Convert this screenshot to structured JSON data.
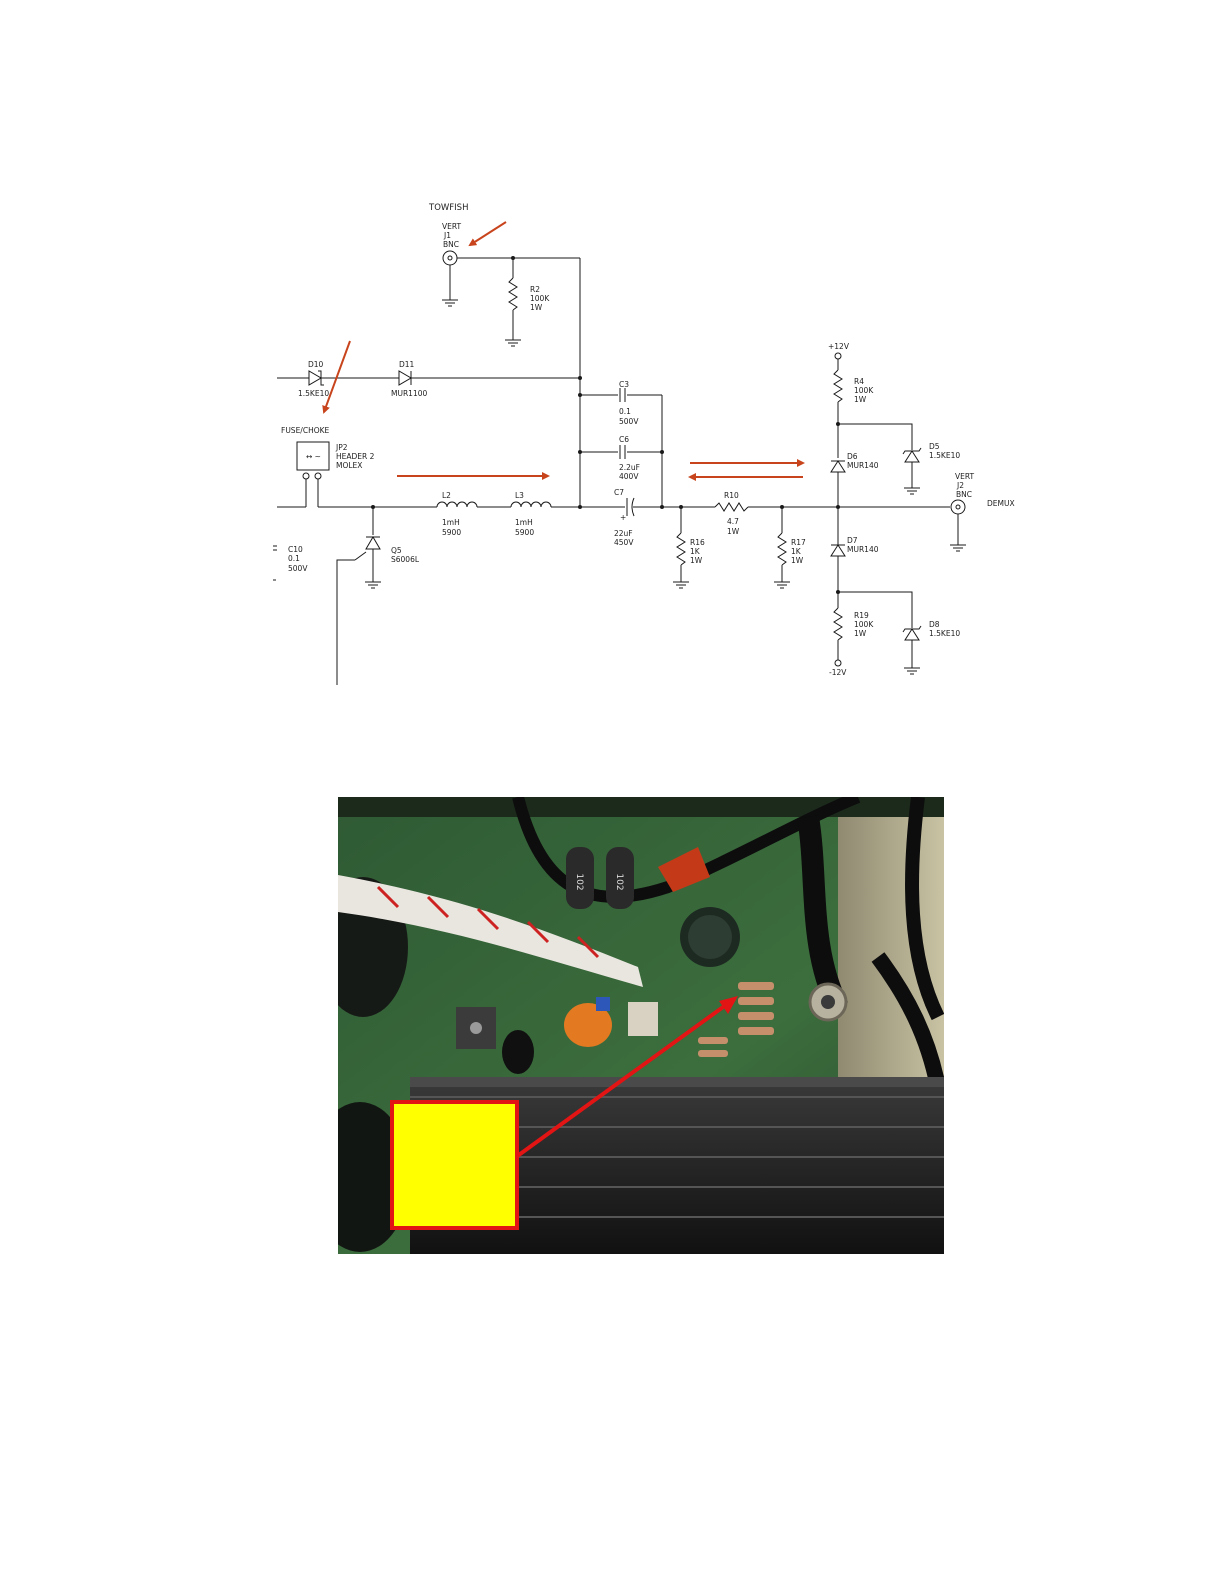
{
  "schematic": {
    "labels": {
      "towfish": "TOWFISH",
      "j1_vert": "VERT",
      "j1_ref": "J1",
      "j1_type": "BNC",
      "r2_ref": "R2",
      "r2_val": "100K",
      "r2_pow": "1W",
      "d10_ref": "D10",
      "d10_val": "1.5KE10",
      "d11_ref": "D11",
      "d11_val": "MUR1100",
      "fuse_choke": "FUSE/CHOKE",
      "jp2_ref": "JP2",
      "jp2_val": "HEADER 2",
      "jp2_mfr": "MOLEX",
      "jp2_pins": "↔ ~",
      "c3_ref": "C3",
      "c3_val": "0.1",
      "c3_v": "500V",
      "c6_ref": "C6",
      "c6_val": "2.2uF",
      "c6_v": "400V",
      "l2_ref": "L2",
      "l2_val": "1mH",
      "l2_part": "5900",
      "l3_ref": "L3",
      "l3_val": "1mH",
      "l3_part": "5900",
      "c7_ref": "C7",
      "c7_plus": "+",
      "c7_val": "22uF",
      "c7_v": "450V",
      "r10_ref": "R10",
      "r10_val": "4.7",
      "r10_pow": "1W",
      "r16_ref": "R16",
      "r16_val": "1K",
      "r16_pow": "1W",
      "r17_ref": "R17",
      "r17_val": "1K",
      "r17_pow": "1W",
      "q5_ref": "Q5",
      "q5_val": "S6006L",
      "c10_ref": "C10",
      "c10_val": "0.1",
      "c10_v": "500V",
      "plus12": "+12V",
      "minus12": "-12V",
      "r4_ref": "R4",
      "r4_val": "100K",
      "r4_pow": "1W",
      "d6_ref": "D6",
      "d6_val": "MUR140",
      "d5_ref": "D5",
      "d5_val": "1.5KE10",
      "d7_ref": "D7",
      "d7_val": "MUR140",
      "r19_ref": "R19",
      "r19_val": "100K",
      "r19_pow": "1W",
      "d8_ref": "D8",
      "d8_val": "1.5KE10",
      "j2_vert": "VERT",
      "j2_ref": "J2",
      "j2_type": "BNC",
      "demux": "DEMUX"
    }
  },
  "photo": {
    "markings": {
      "inductor_a": "102",
      "inductor_b": "102"
    }
  },
  "colors": {
    "annotation_arrow": "#c8441c",
    "callout_fill": "#ffff00",
    "callout_border": "#e31414"
  }
}
